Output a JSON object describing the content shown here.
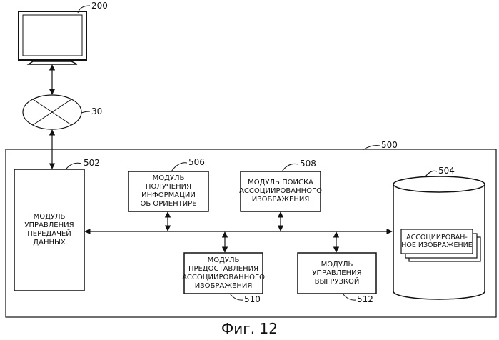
{
  "refs": {
    "monitor": "200",
    "network": "30",
    "server": "500",
    "comm_module": "502",
    "landmark_module": "506",
    "search_module": "508",
    "storage": "504",
    "provide_module": "510",
    "upload_module": "512"
  },
  "blocks": {
    "comm_module": [
      "МОДУЛЬ",
      "УПРАВЛЕНИЯ",
      "ПЕРЕДАЧЕЙ",
      "ДАННЫХ"
    ],
    "landmark_module": [
      "МОДУЛЬ ПОЛУЧЕНИЯ",
      "ИНФОРМАЦИИ",
      "ОБ ОРИЕНТИРЕ"
    ],
    "search_module": [
      "МОДУЛЬ ПОИСКА",
      "АССОЦИИРОВАННОГО",
      "ИЗОБРАЖЕНИЯ"
    ],
    "provide_module": [
      "МОДУЛЬ",
      "ПРЕДОСТАВЛЕНИЯ",
      "АССОЦИИРОВАННОГО",
      "ИЗОБРАЖЕНИЯ"
    ],
    "upload_module": [
      "МОДУЛЬ УПРАВЛЕНИЯ",
      "ВЫГРУЗКОЙ"
    ],
    "stored_image": [
      "АССОЦИИРОВАН-",
      "НОЕ ИЗОБРАЖЕНИЕ"
    ]
  },
  "caption": "Фиг. 12"
}
